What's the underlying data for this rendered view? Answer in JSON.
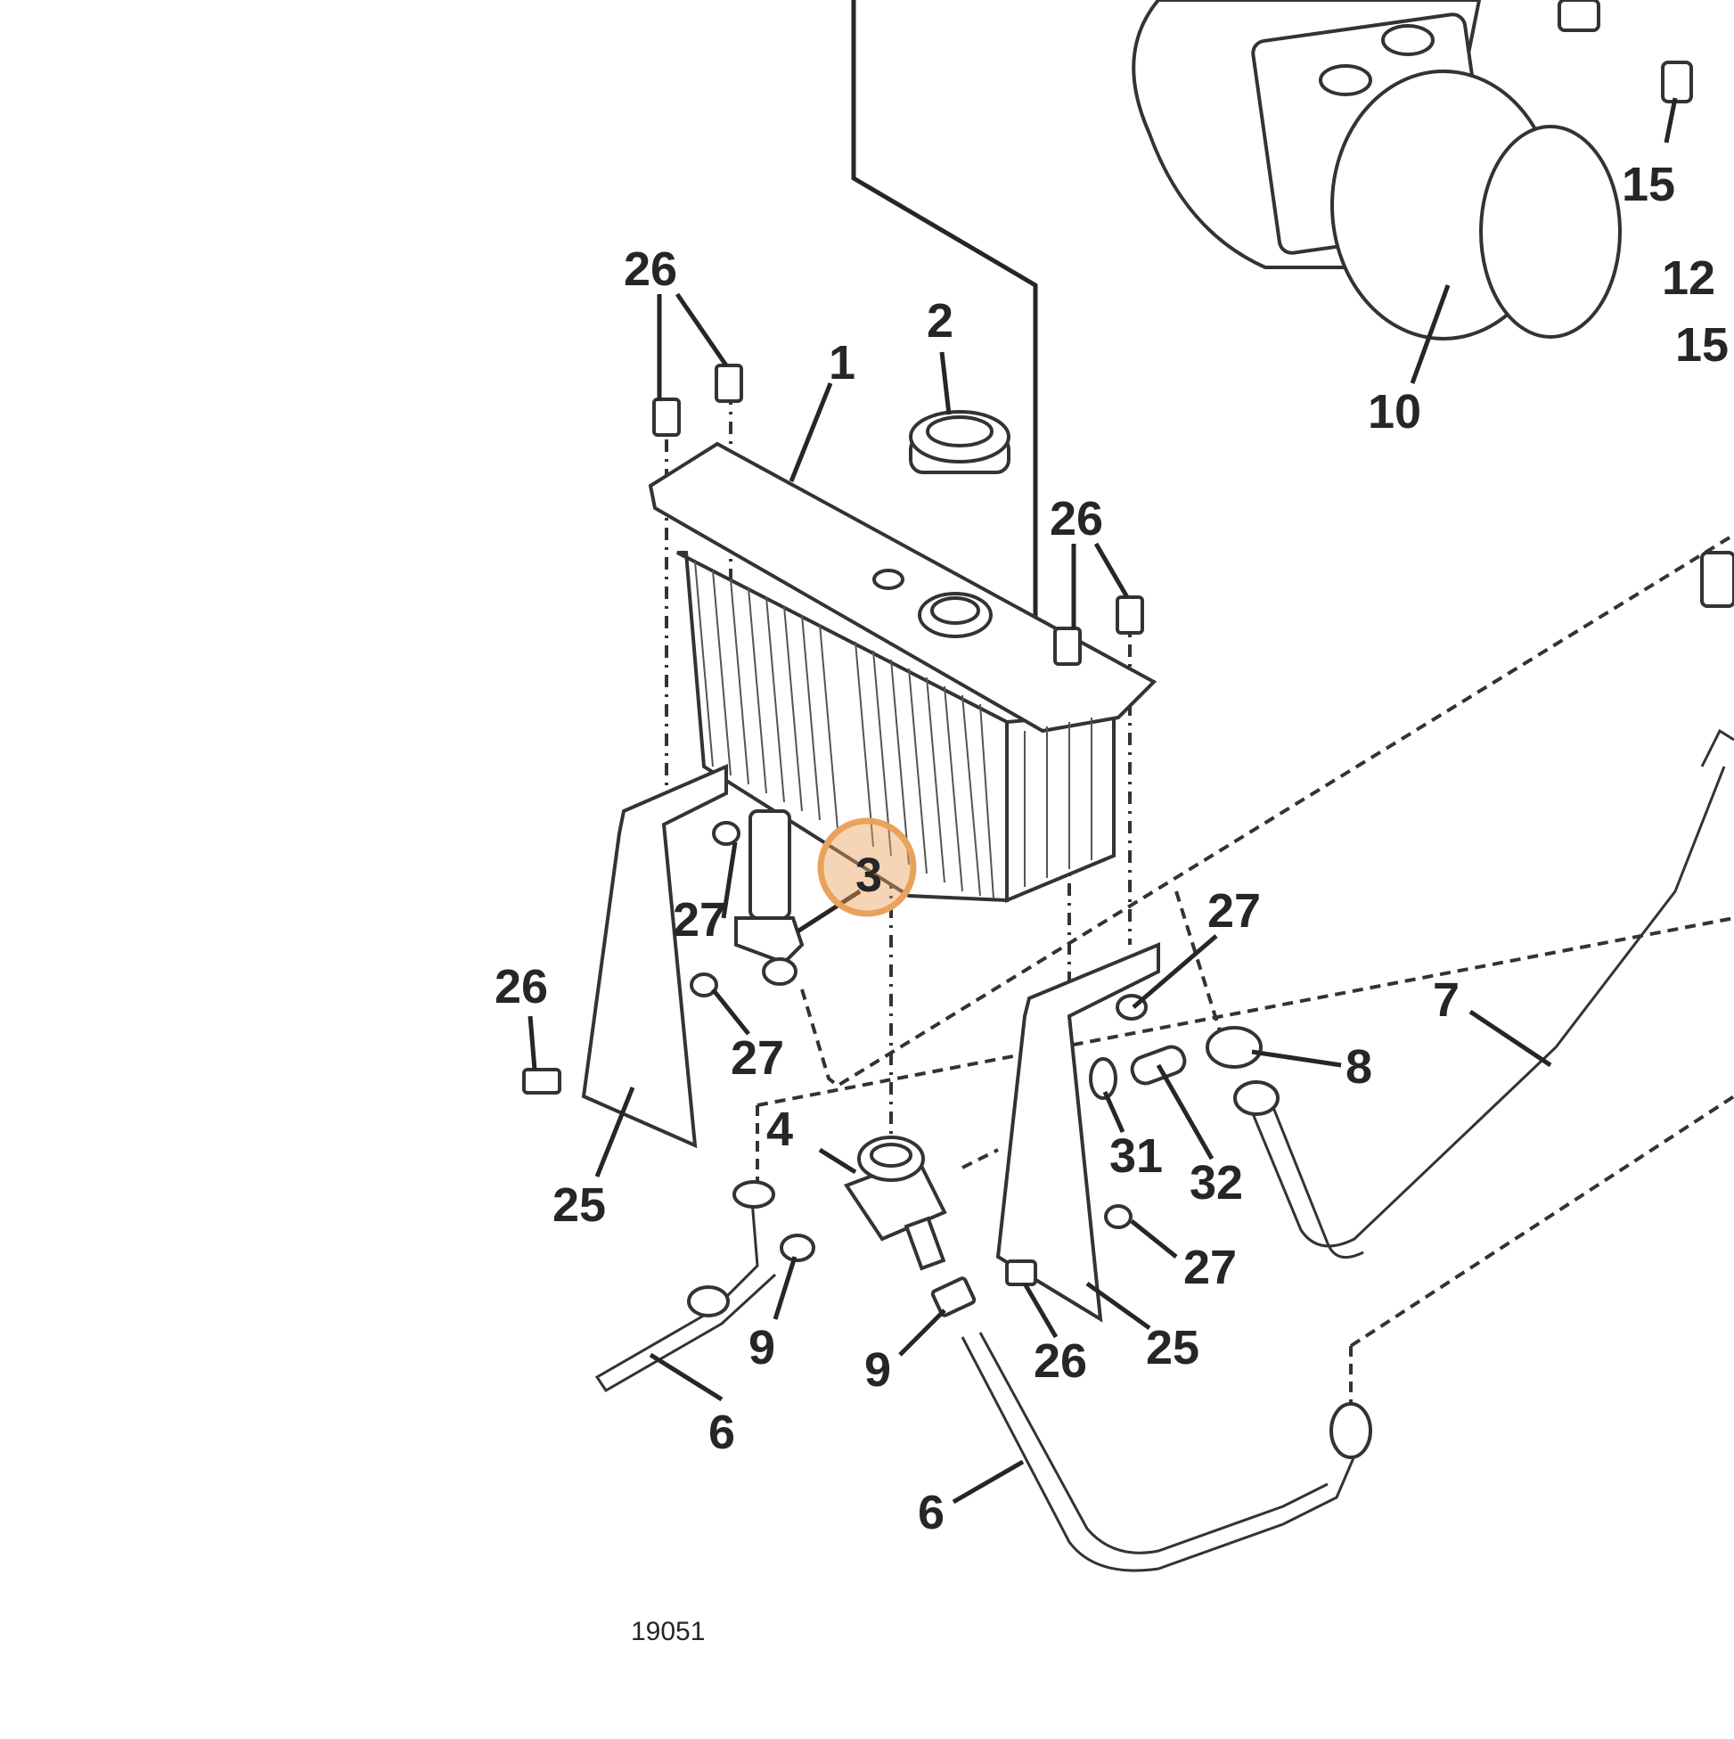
{
  "diagram": {
    "reference_number": "19051",
    "highlight_color": "#e9a25c",
    "line_color": "#333333",
    "callouts": {
      "c1": "1",
      "c2": "2",
      "c3": "3",
      "c4": "4",
      "c6a": "6",
      "c6b": "6",
      "c7": "7",
      "c8": "8",
      "c9a": "9",
      "c9b": "9",
      "c10": "10",
      "c12": "12",
      "c15a": "15",
      "c15b": "15",
      "c25a": "25",
      "c25b": "25",
      "c26a": "26",
      "c26b": "26",
      "c26c": "26",
      "c26d": "26",
      "c27a": "27",
      "c27b": "27",
      "c27c": "27",
      "c27d": "27",
      "c31": "31",
      "c32": "32"
    },
    "highlighted_callout": "3"
  }
}
